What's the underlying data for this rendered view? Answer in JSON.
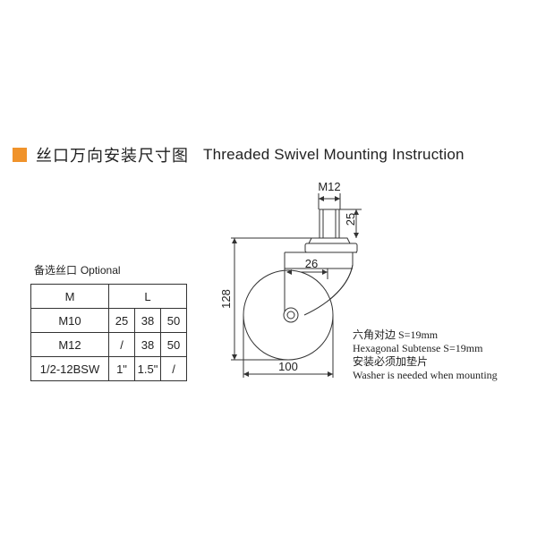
{
  "header": {
    "title_cn": "丝口万向安装尺寸图",
    "title_en": "Threaded Swivel Mounting Instruction",
    "accent_color": "#f0932b"
  },
  "optional_table": {
    "label_cn": "备选丝口",
    "label_en": "Optional",
    "header_m": "M",
    "header_l": "L",
    "rows": [
      {
        "m": "M10",
        "c1": "25",
        "c2": "38",
        "c3": "50"
      },
      {
        "m": "M12",
        "c1": "/",
        "c2": "38",
        "c3": "50"
      },
      {
        "m": "1/2-12BSW",
        "c1": "1\"",
        "c2": "1.5\"",
        "c3": "/"
      }
    ]
  },
  "dimensions": {
    "thread": "M12",
    "stem_length": "25",
    "offset": "26",
    "height": "128",
    "wheel_diameter": "100"
  },
  "notes": {
    "hex_cn": "六角对边 S=19mm",
    "hex_en": "Hexagonal Subtense S=19mm",
    "washer_cn": "安装必须加垫片",
    "washer_en": "Washer is needed when mounting"
  }
}
